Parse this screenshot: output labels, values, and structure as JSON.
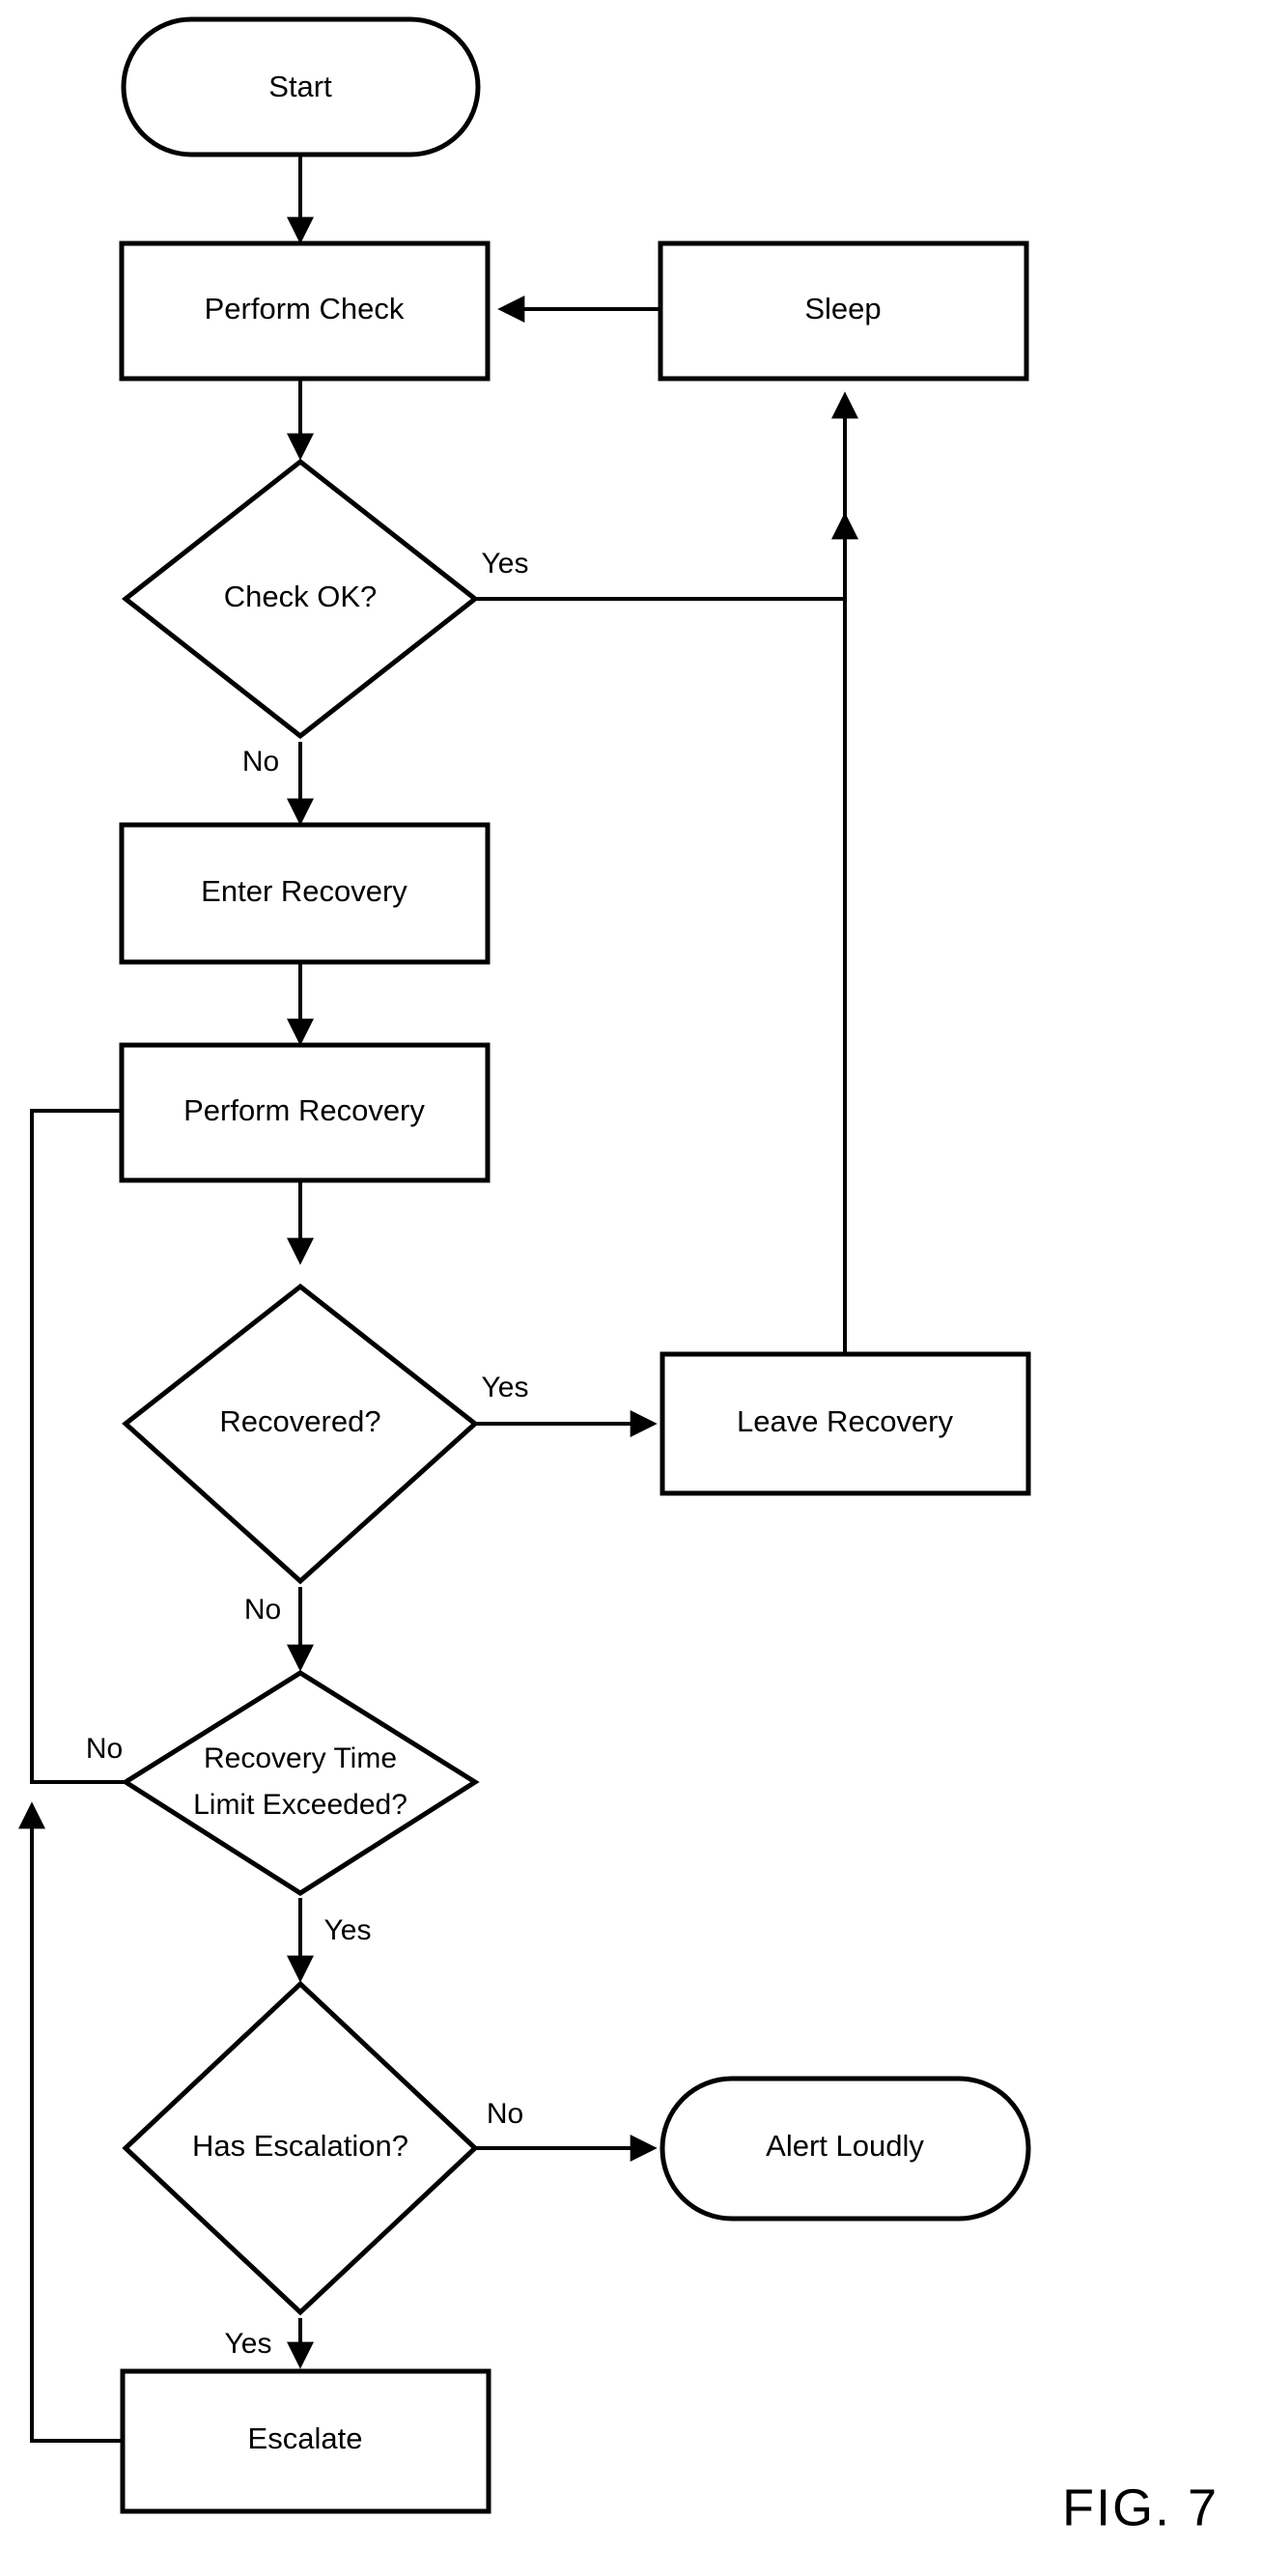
{
  "figure": {
    "caption": "FIG. 7",
    "type": "flowchart",
    "background_color": "#ffffff",
    "line_color": "#000000"
  },
  "nodes": [
    {
      "id": "start",
      "shape": "terminator",
      "label": "Start"
    },
    {
      "id": "perform_check",
      "shape": "process",
      "label": "Perform Check"
    },
    {
      "id": "sleep",
      "shape": "process",
      "label": "Sleep"
    },
    {
      "id": "check_ok",
      "shape": "decision",
      "label": "Check OK?"
    },
    {
      "id": "enter_recovery",
      "shape": "process",
      "label": "Enter Recovery"
    },
    {
      "id": "perform_recovery",
      "shape": "process",
      "label": "Perform Recovery"
    },
    {
      "id": "recovered",
      "shape": "decision",
      "label": "Recovered?"
    },
    {
      "id": "leave_recovery",
      "shape": "process",
      "label": "Leave Recovery"
    },
    {
      "id": "time_limit",
      "shape": "decision",
      "label_line1": "Recovery Time",
      "label_line2": "Limit Exceeded?"
    },
    {
      "id": "has_escalation",
      "shape": "decision",
      "label": "Has Escalation?"
    },
    {
      "id": "alert_loudly",
      "shape": "terminator",
      "label": "Alert Loudly"
    },
    {
      "id": "escalate",
      "shape": "process",
      "label": "Escalate"
    }
  ],
  "edges": [
    {
      "from": "start",
      "to": "perform_check",
      "label": ""
    },
    {
      "from": "perform_check",
      "to": "check_ok",
      "label": ""
    },
    {
      "from": "check_ok",
      "to": "sleep",
      "label": "Yes"
    },
    {
      "from": "check_ok",
      "to": "enter_recovery",
      "label": "No"
    },
    {
      "from": "sleep",
      "to": "perform_check",
      "label": ""
    },
    {
      "from": "enter_recovery",
      "to": "perform_recovery",
      "label": ""
    },
    {
      "from": "perform_recovery",
      "to": "recovered",
      "label": ""
    },
    {
      "from": "recovered",
      "to": "leave_recovery",
      "label": "Yes"
    },
    {
      "from": "recovered",
      "to": "time_limit",
      "label": "No"
    },
    {
      "from": "leave_recovery",
      "to": "sleep",
      "label": ""
    },
    {
      "from": "time_limit",
      "to": "perform_recovery",
      "label": "No"
    },
    {
      "from": "time_limit",
      "to": "has_escalation",
      "label": "Yes"
    },
    {
      "from": "has_escalation",
      "to": "alert_loudly",
      "label": "No"
    },
    {
      "from": "has_escalation",
      "to": "escalate",
      "label": "Yes"
    },
    {
      "from": "escalate",
      "to": "perform_recovery",
      "label": ""
    }
  ],
  "edge_labels": {
    "check_ok_yes": "Yes",
    "check_ok_no": "No",
    "recovered_yes": "Yes",
    "recovered_no": "No",
    "time_limit_no": "No",
    "time_limit_yes": "Yes",
    "has_escalation_no": "No",
    "has_escalation_yes": "Yes"
  }
}
